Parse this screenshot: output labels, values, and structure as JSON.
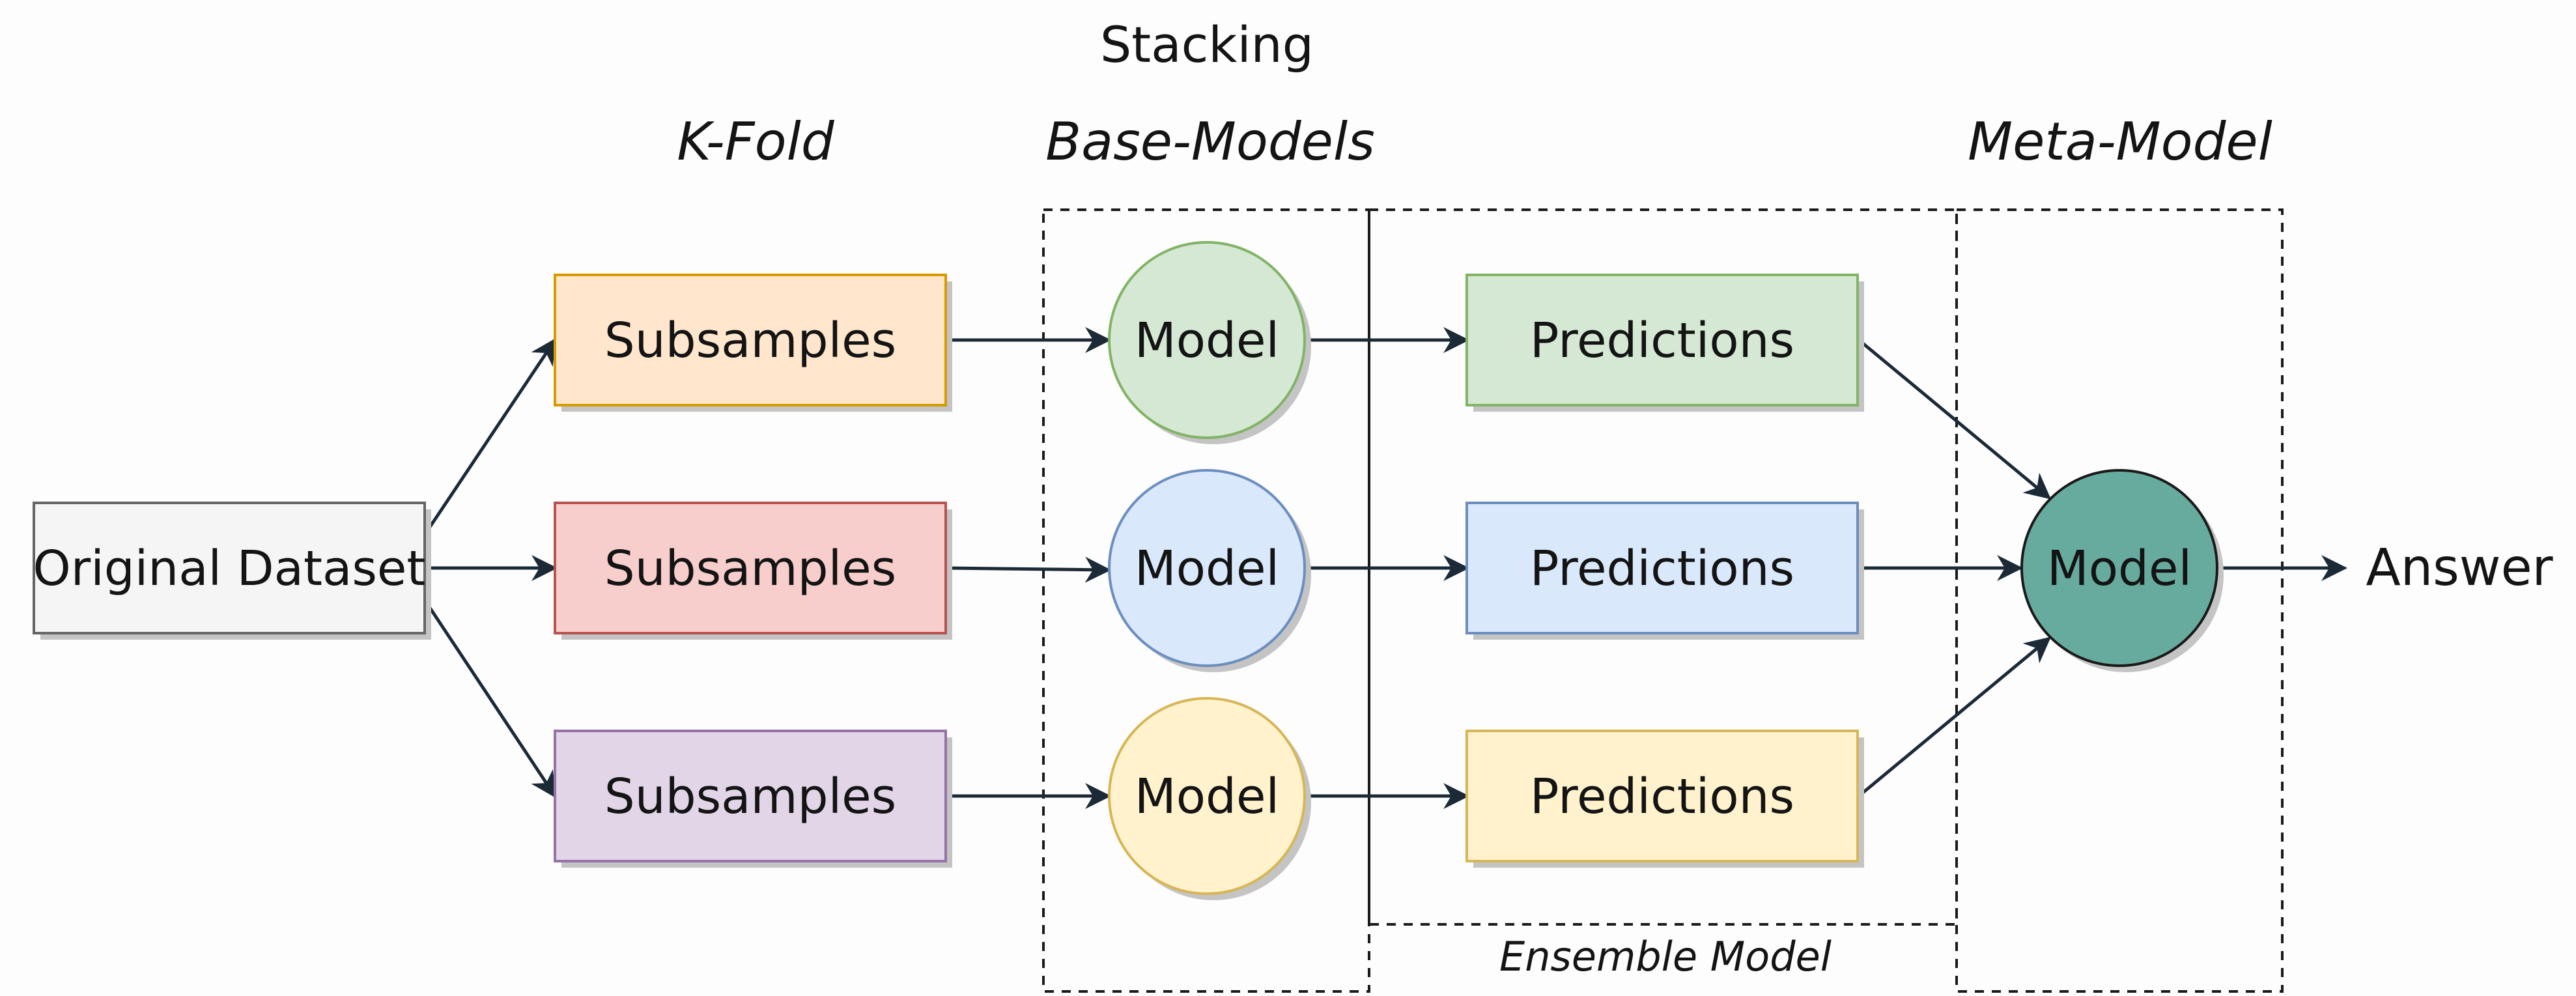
{
  "title": "Stacking",
  "section_labels": {
    "k_fold": "K-Fold",
    "base_models": "Base-Models",
    "meta_model": "Meta-Model"
  },
  "ensemble_label": "Ensemble Model",
  "dataset": {
    "label": "Original Dataset"
  },
  "rows": [
    {
      "subsample": "Subsamples",
      "model": "Model",
      "predictions": "Predictions"
    },
    {
      "subsample": "Subsamples",
      "model": "Model",
      "predictions": "Predictions"
    },
    {
      "subsample": "Subsamples",
      "model": "Model",
      "predictions": "Predictions"
    }
  ],
  "meta_model": {
    "label": "Model"
  },
  "answer": "Answer",
  "colors": {
    "row1_fill": "#ffe6cc",
    "row1_stroke": "#d79b00",
    "row2_fill": "#f8cecc",
    "row2_stroke": "#b85450",
    "row3_fill": "#e1d5e7",
    "row3_stroke": "#9673a6",
    "model1_fill": "#d5e8d4",
    "model1_stroke": "#82b366",
    "model2_fill": "#dae8fc",
    "model2_stroke": "#6c8ebf",
    "model3_fill": "#fff2cc",
    "model3_stroke": "#d6b656",
    "meta_fill": "#67ab9f",
    "arrow": "#1c2a38"
  }
}
